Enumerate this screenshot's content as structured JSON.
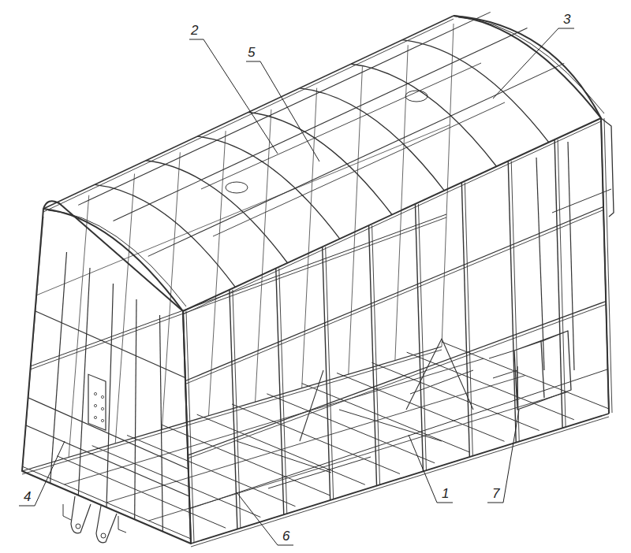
{
  "diagram": {
    "labels": [
      "2",
      "5",
      "3",
      "4",
      "1",
      "7",
      "6"
    ]
  }
}
